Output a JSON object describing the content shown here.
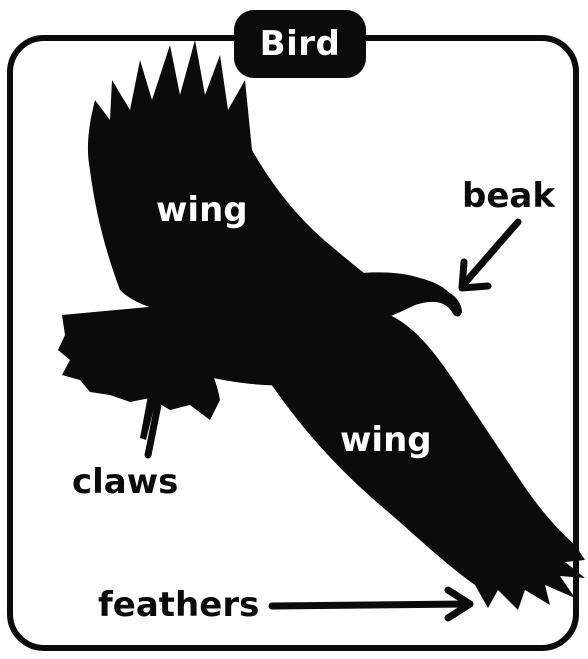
{
  "title": "Bird",
  "labels": {
    "wing_upper": "wing",
    "wing_lower": "wing",
    "beak": "beak",
    "claws": "claws",
    "feathers": "feathers"
  },
  "colors": {
    "ink": "#0b0b0b",
    "background": "#ffffff",
    "label_on_silhouette": "#ffffff"
  }
}
